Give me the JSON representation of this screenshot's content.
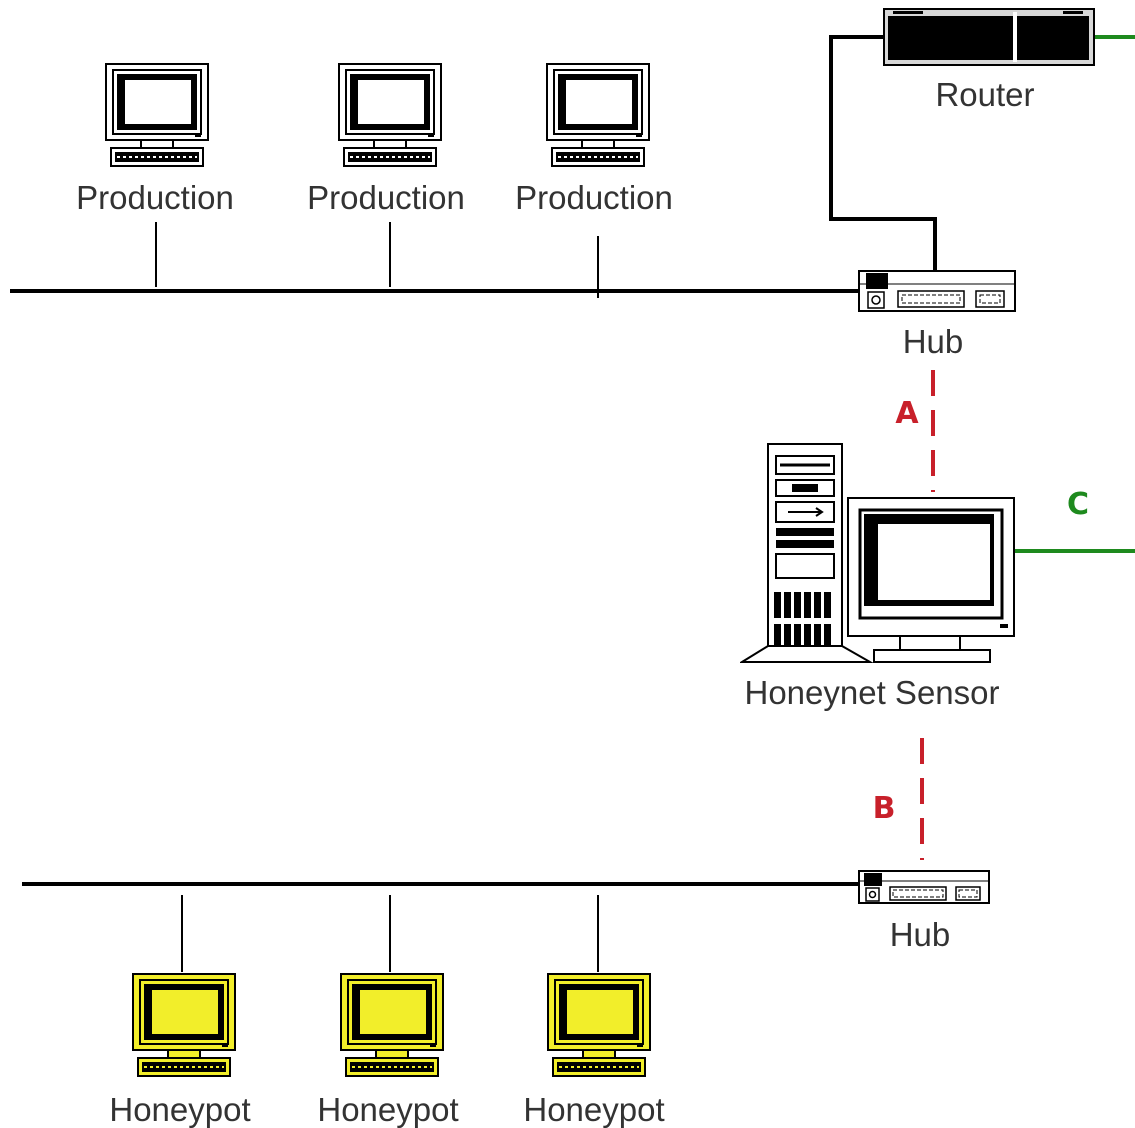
{
  "colors": {
    "line": "#000000",
    "external_link": "#1e8a1e",
    "sensor_link": "#c8202a",
    "honeypot_fill": "#f2ee2a",
    "production_fill": "#ffffff",
    "label_text": "#333333"
  },
  "nodes": {
    "router": {
      "label": "Router",
      "icon": "router-icon"
    },
    "top_hub": {
      "label": "Hub",
      "icon": "hub-icon"
    },
    "bottom_hub": {
      "label": "Hub",
      "icon": "hub-icon"
    },
    "sensor": {
      "label": "Honeynet Sensor",
      "icon": "workstation-icon"
    },
    "production": [
      {
        "label": "Production",
        "icon": "monitor-icon"
      },
      {
        "label": "Production",
        "icon": "monitor-icon"
      },
      {
        "label": "Production",
        "icon": "monitor-icon"
      }
    ],
    "honeypots": [
      {
        "label": "Honeypot",
        "icon": "monitor-icon"
      },
      {
        "label": "Honeypot",
        "icon": "monitor-icon"
      },
      {
        "label": "Honeypot",
        "icon": "monitor-icon"
      }
    ]
  },
  "links": {
    "a": {
      "label": "A",
      "style": "dashed"
    },
    "b": {
      "label": "B",
      "style": "dashed"
    },
    "c": {
      "label": "C",
      "style": "solid"
    }
  }
}
